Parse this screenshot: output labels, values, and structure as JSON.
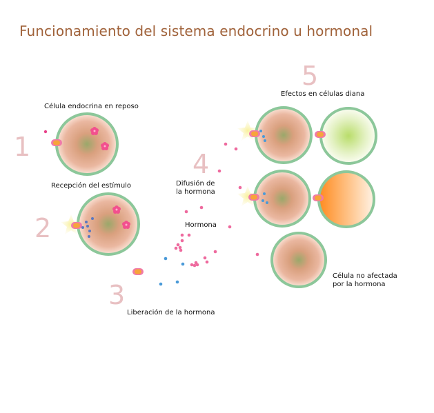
{
  "title": "Funcionamiento del sistema endocrino u hormonal",
  "steps": [
    {
      "number": "1",
      "label": "Célula endocrina en reposo"
    },
    {
      "number": "2",
      "label": "Recepción del estímulo"
    },
    {
      "number": "3",
      "label": "Liberación de la hormona"
    },
    {
      "number": "4",
      "label": "Difusión de la hormona"
    },
    {
      "number": "5",
      "label": "Efectos en células diana"
    }
  ],
  "labels": {
    "diffusion_line1": "Difusión de",
    "diffusion_line2": "la hormona",
    "hormone": "Hormona",
    "unaffected_line1": "Célula no afectada",
    "unaffected_line2": "por la hormona"
  },
  "colors": {
    "title": "#a0623a",
    "step_number": "#e8c0c2",
    "cell_membrane": "#8cc79a",
    "cell_interior": "#e4a88e",
    "nucleus": "#9aa86a",
    "hormone_dot": "#ee6a9e",
    "signal_dot": "#4a9ad8",
    "receptor": "#f7a43a",
    "vesicle": "#f2508e",
    "activated_green": "#b9dd6a",
    "activated_orange": "#ff8a1e",
    "stimulus_star": "#f6ee9a"
  }
}
